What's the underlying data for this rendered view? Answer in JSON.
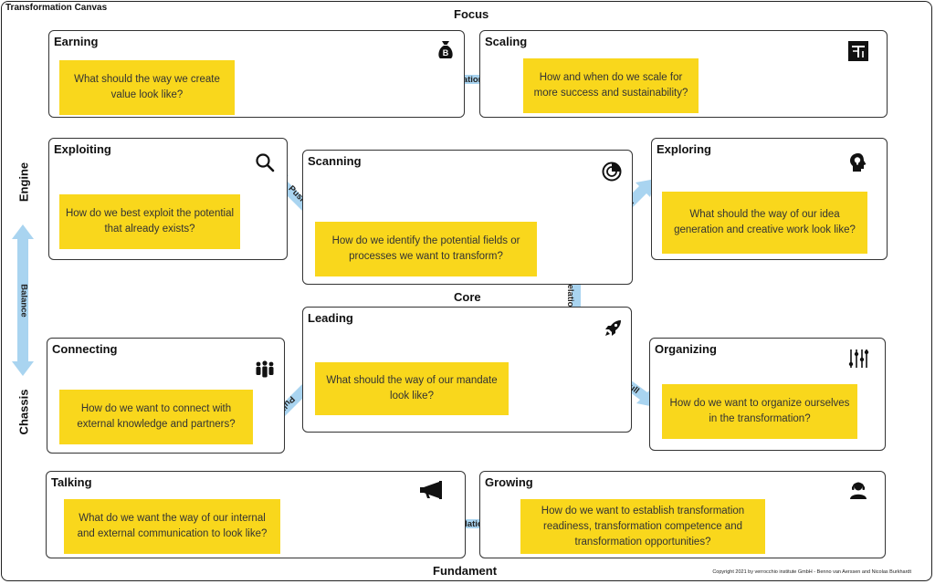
{
  "canvas_title": "Transformation Canvas",
  "sections": {
    "focus": "Focus",
    "core": "Core",
    "fundament": "Fundament",
    "engine": "Engine",
    "chassis": "Chassis"
  },
  "boxes": {
    "earning": {
      "title": "Earning",
      "question": "What should the way we create value look like?",
      "icon": "money-bag-icon"
    },
    "scaling": {
      "title": "Scaling",
      "question": "How and when do we scale for more success and sustainability?",
      "icon": "text-size-icon"
    },
    "exploiting": {
      "title": "Exploiting",
      "question": "How do we best exploit the potential that already exists?",
      "icon": "magnifier-icon"
    },
    "scanning": {
      "title": "Scanning",
      "question": "How do we identify the potential fields or processes we want to transform?",
      "icon": "radar-icon"
    },
    "exploring": {
      "title": "Exploring",
      "question": "What should the way of our idea generation and creative work look like?",
      "icon": "head-idea-icon"
    },
    "leading": {
      "title": "Leading",
      "question": "What should the way of our mandate look like?",
      "icon": "rocket-icon"
    },
    "connecting": {
      "title": "Connecting",
      "question": "How do we want to connect with external knowledge and partners?",
      "icon": "people-group-icon"
    },
    "organizing": {
      "title": "Organizing",
      "question": "How do we want to organize ourselves in the transformation?",
      "icon": "sliders-icon"
    },
    "talking": {
      "title": "Talking",
      "question": "What do we want the way of our internal and external communication to look like?",
      "icon": "megaphone-icon"
    },
    "growing": {
      "title": "Growing",
      "question": "How do we want to establish transformation readiness, transformation competence and transformation opportunities?",
      "icon": "person-headset-icon"
    }
  },
  "arrows": {
    "relation_top": "Relation",
    "relation_core": "Relation",
    "relation_bottom": "Relation",
    "balance": "Balance",
    "push_exploiting": "Push",
    "push_exploring": "Push",
    "pull_connecting": "Pull",
    "pull_organizing": "Pull"
  },
  "colors": {
    "note": "#f9d71c",
    "arrow": "#a9d4f0",
    "border": "#333333"
  },
  "copyright": "Copyright 2021 by verrocchio institute GmbH - Benno van Aerssen and Nicolas Burkhardt"
}
